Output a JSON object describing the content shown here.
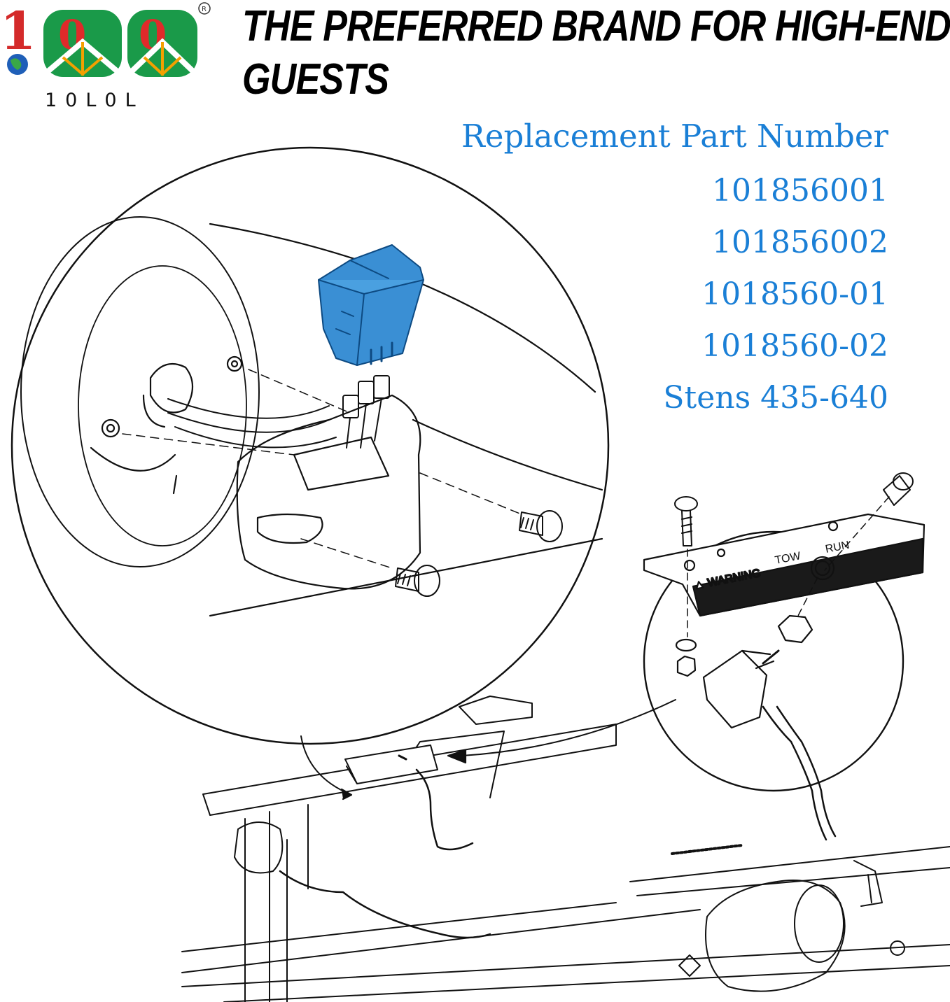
{
  "logo": {
    "text": "10L0L",
    "registered": "®"
  },
  "headline": {
    "line1": "THE PREFERRED BRAND FOR HIGH-END",
    "line2": "GUESTS"
  },
  "parts": {
    "title": "Replacement Part Number",
    "numbers": [
      "101856001",
      "101856002",
      "1018560-01",
      "1018560-02",
      "Stens 435-640"
    ]
  },
  "diagram": {
    "label_warning": "▲ WARNING",
    "label_tow": "TOW",
    "label_run": "RUN",
    "highlight_color": "#3a8fd4"
  }
}
